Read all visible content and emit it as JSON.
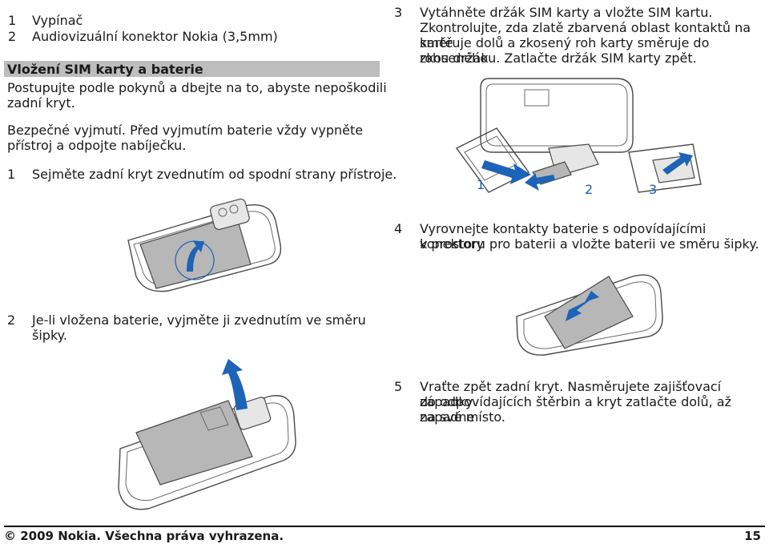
{
  "intro_list": [
    {
      "num": "1",
      "text": "Vypínač"
    },
    {
      "num": "2",
      "text": "Audiovizuální konektor Nokia (3,5mm)"
    }
  ],
  "section": {
    "title": "Vložení SIM karty a baterie",
    "para1": [
      "Postupujte podle pokynů a dbejte na to, abyste nepoškodili",
      "zadní kryt."
    ],
    "para2": [
      "Bezpečné vyjmutí. Před vyjmutím baterie vždy vypněte",
      "přístroj a odpojte nabíječku."
    ]
  },
  "steps": {
    "s1": {
      "num": "1",
      "lines": [
        "Sejměte zadní kryt zvednutím od spodní strany přístroje."
      ]
    },
    "s2": {
      "num": "2",
      "lines": [
        "Je-li vložena baterie, vyjměte ji zvednutím ve směru",
        "šipky."
      ]
    },
    "s3": {
      "num": "3",
      "lines": [
        "Vytáhněte držák SIM karty a vložte SIM kartu.",
        "Zkontrolujte, zda zlatě zbarvená oblast kontaktů na kartě",
        "směruje dolů a zkosený roh karty směruje do zkoseného",
        "rohu držáku. Zatlačte držák SIM karty zpět."
      ]
    },
    "s4": {
      "num": "4",
      "lines": [
        "Vyrovnejte kontakty baterie s odpovídajícími konektory",
        "v prostoru pro baterii a vložte baterii ve směru šipky."
      ]
    },
    "s5": {
      "num": "5",
      "lines": [
        "Vraťte zpět zadní kryt. Nasměrujete zajišťovací západky",
        "do odpovídajících štěrbin a kryt zatlačte dolů, až zapadne",
        "na své místo."
      ]
    }
  },
  "sim_step_labels": [
    "1",
    "2",
    "3"
  ],
  "footer": {
    "copyright": "© 2009 Nokia. Všechna práva vyhrazena.",
    "page": "15"
  },
  "colors": {
    "accent": "#1d63b8",
    "section_bar": "#bdbdbd"
  }
}
